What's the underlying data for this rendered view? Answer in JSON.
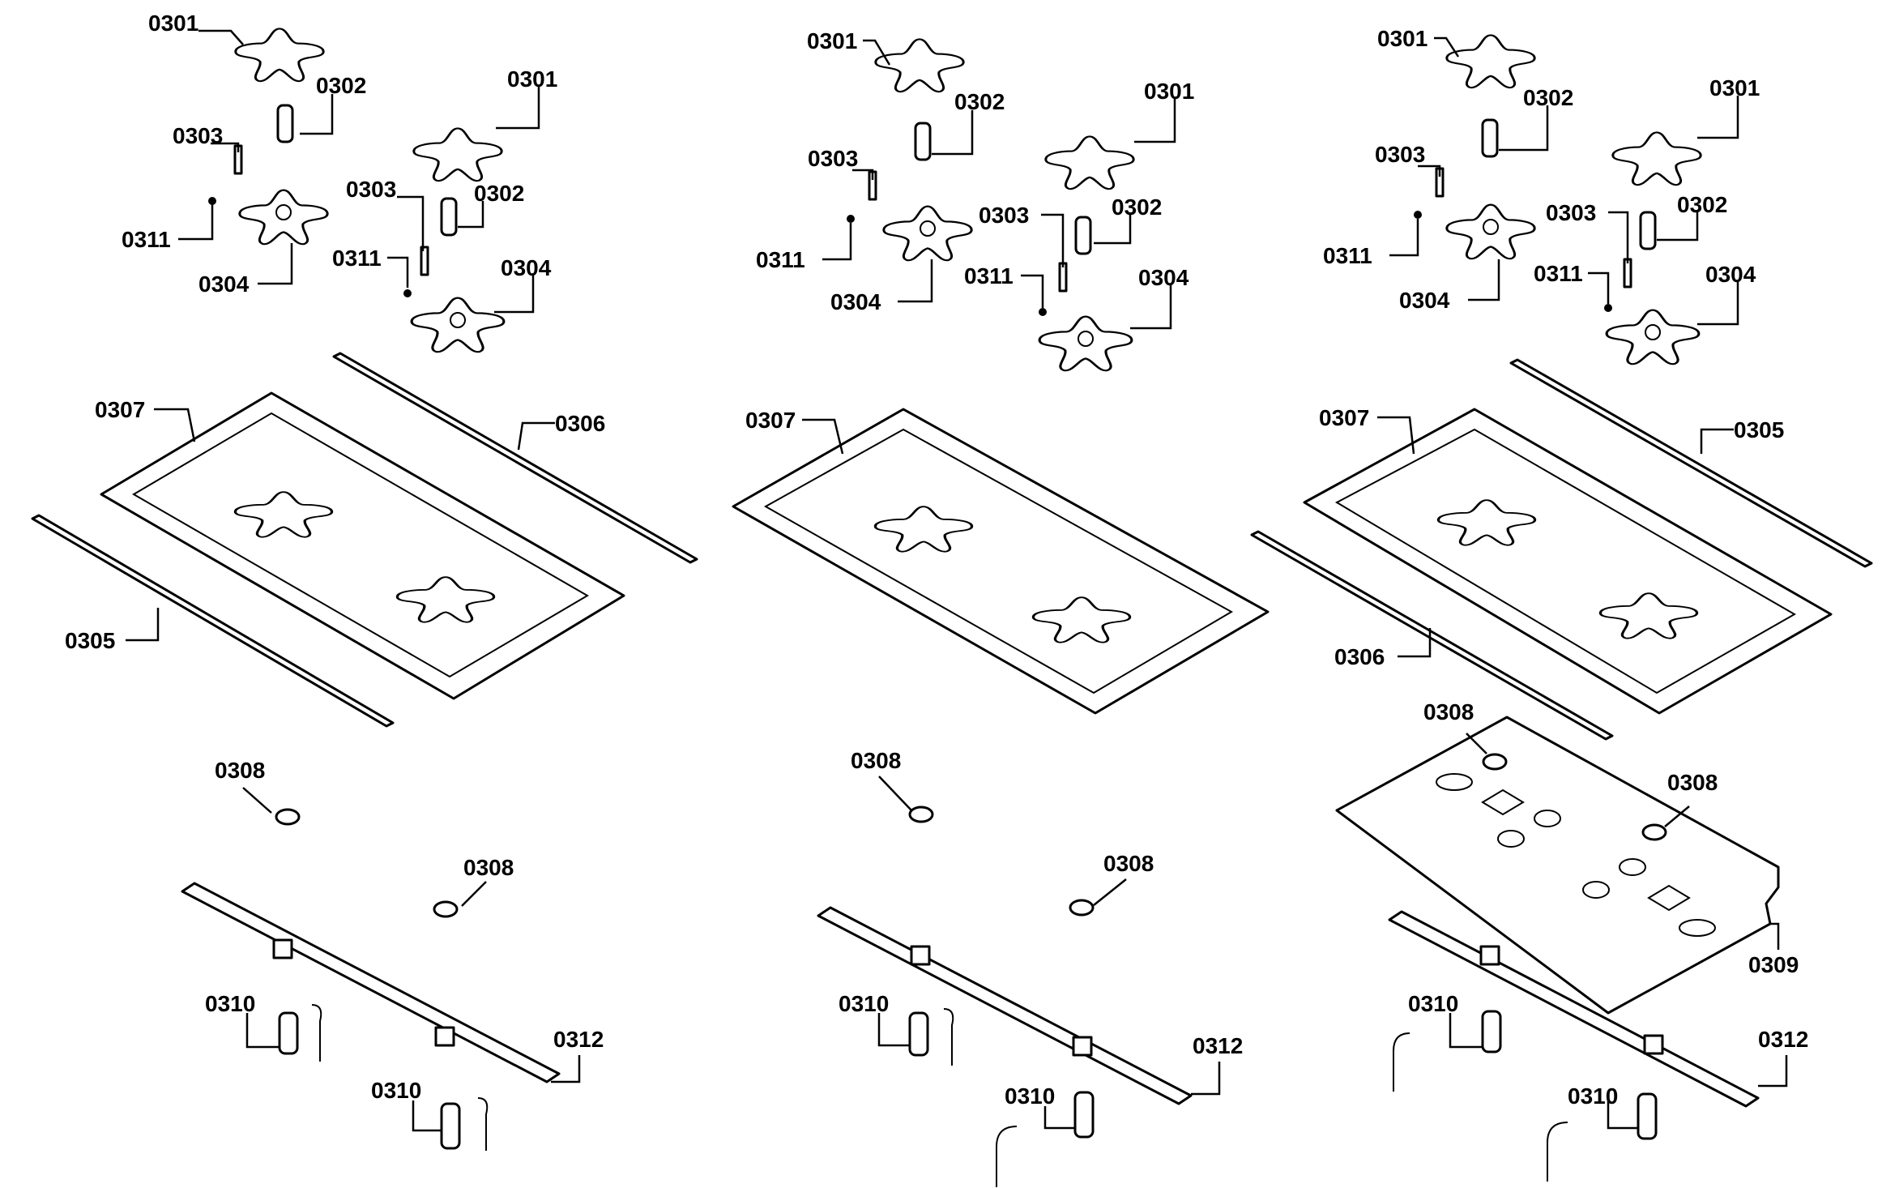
{
  "diagram": {
    "title": "",
    "panels": [
      {
        "id": "left",
        "callouts": [
          "0301",
          "0302",
          "0301",
          "0303",
          "0303",
          "0302",
          "0311",
          "0311",
          "0304",
          "0304",
          "0307",
          "0306",
          "0305",
          "0308",
          "0308",
          "0310",
          "0310",
          "0312"
        ]
      },
      {
        "id": "middle",
        "callouts": [
          "0301",
          "0302",
          "0301",
          "0303",
          "0303",
          "0302",
          "0311",
          "0311",
          "0304",
          "0304",
          "0307",
          "0308",
          "0308",
          "0310",
          "0310",
          "0312"
        ]
      },
      {
        "id": "right",
        "callouts": [
          "0301",
          "0302",
          "0301",
          "0303",
          "0303",
          "0302",
          "0311",
          "0311",
          "0304",
          "0304",
          "0307",
          "0305",
          "0306",
          "0308",
          "0308",
          "0309",
          "0310",
          "0310",
          "0312"
        ]
      }
    ],
    "parts": [
      "0301",
      "0302",
      "0303",
      "0304",
      "0305",
      "0306",
      "0307",
      "0308",
      "0309",
      "0310",
      "0311",
      "0312"
    ]
  }
}
